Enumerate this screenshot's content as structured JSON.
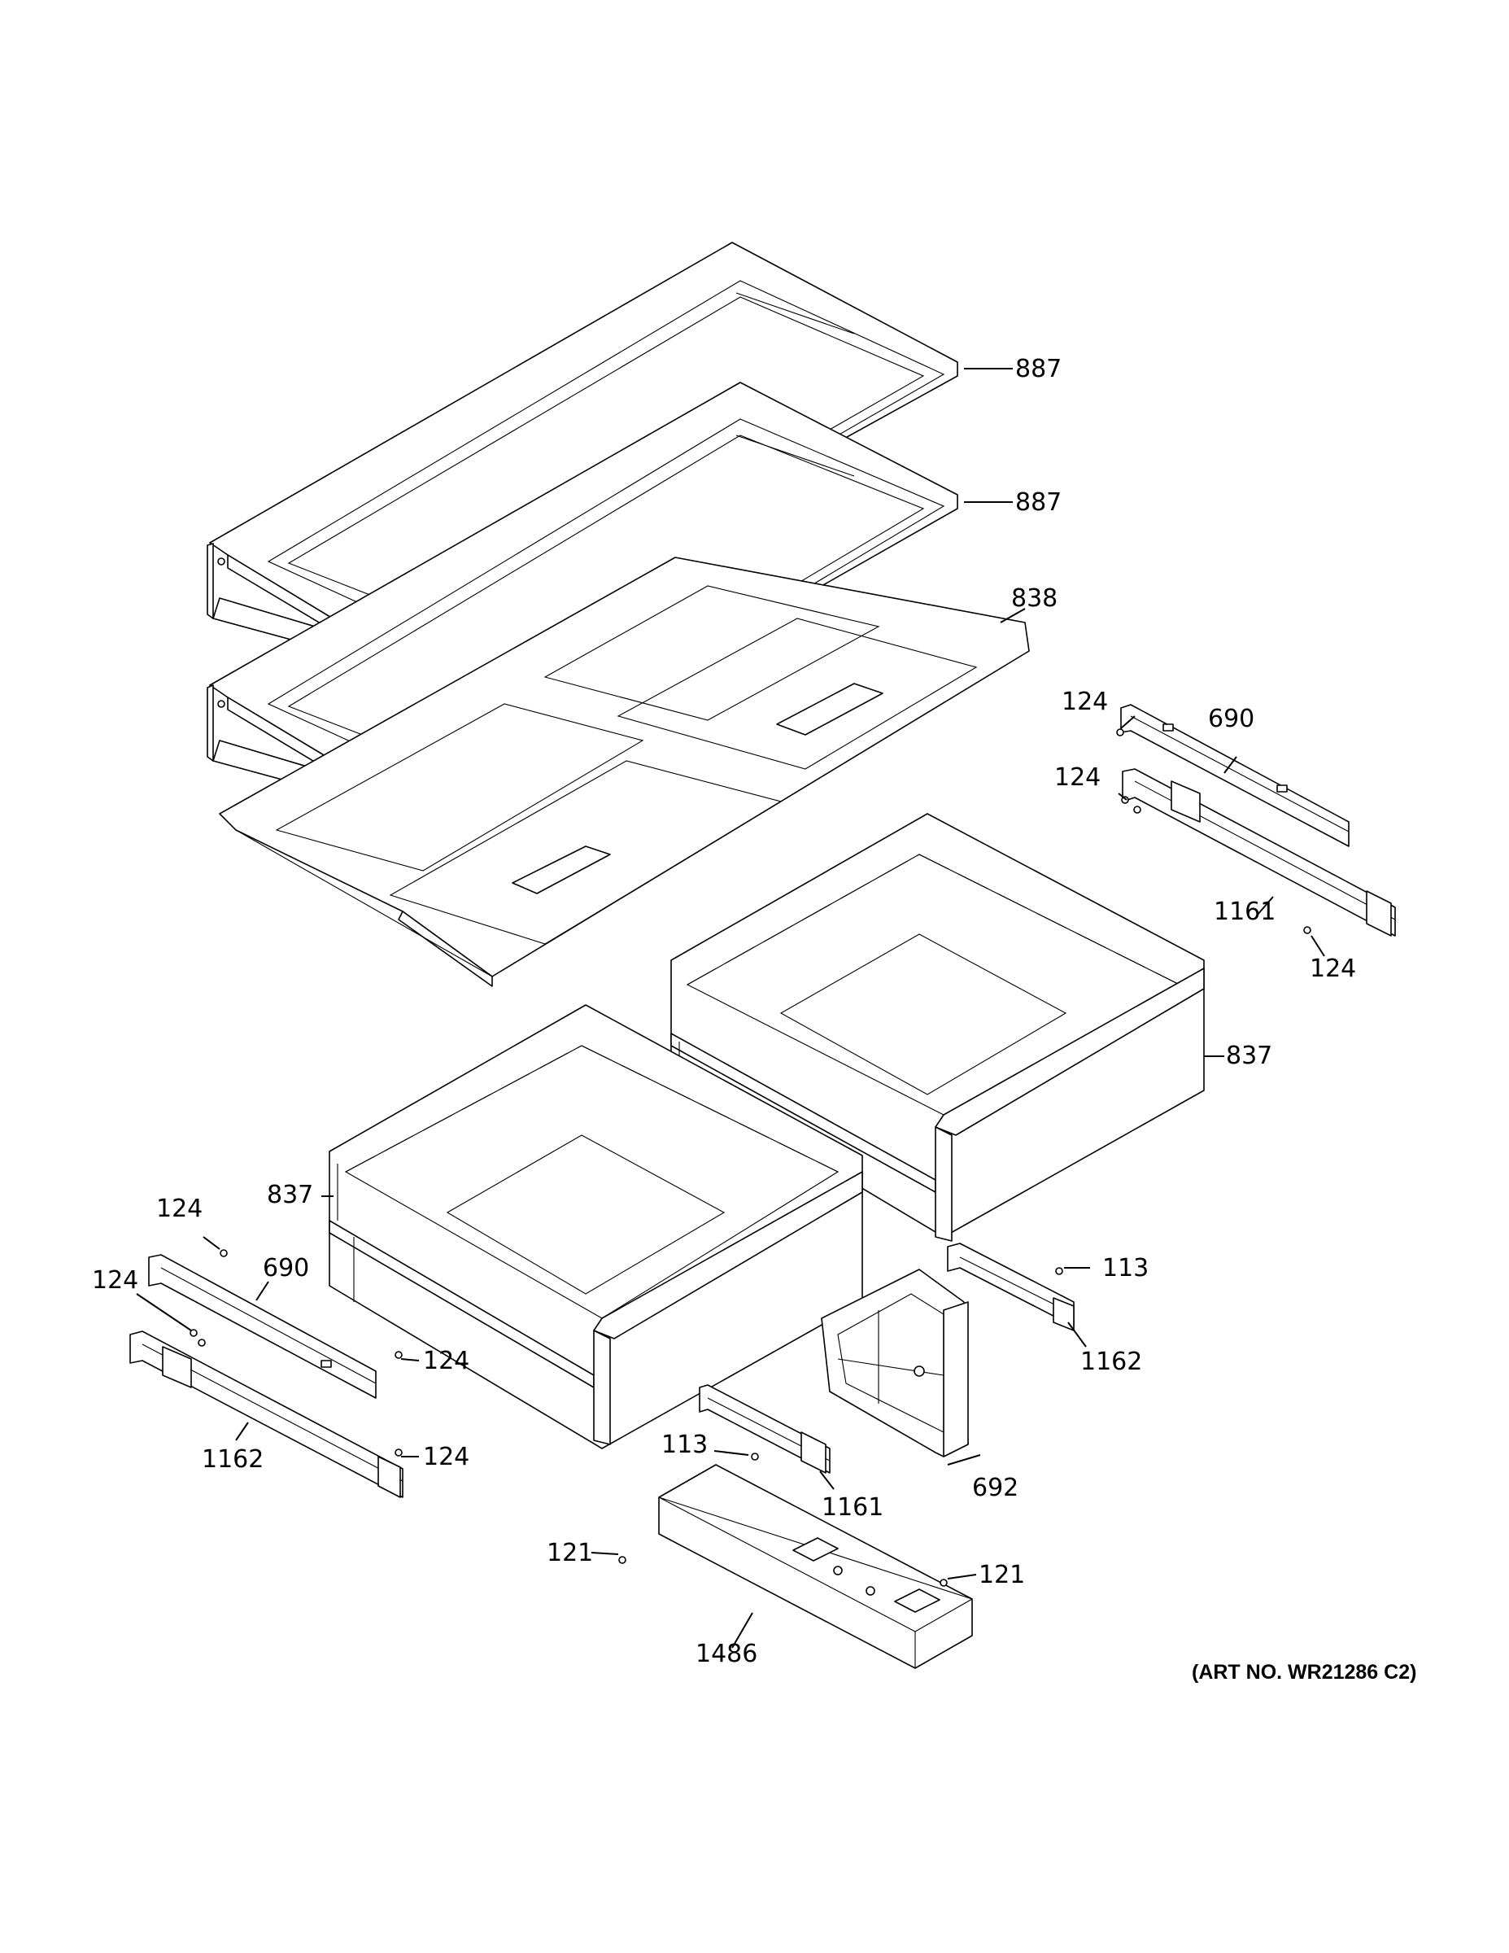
{
  "callouts": [
    {
      "id": "c887a",
      "label": "887"
    },
    {
      "id": "c887b",
      "label": "887"
    },
    {
      "id": "c838",
      "label": "838"
    },
    {
      "id": "c124a",
      "label": "124"
    },
    {
      "id": "c690r",
      "label": "690"
    },
    {
      "id": "c124b",
      "label": "124"
    },
    {
      "id": "c1161r",
      "label": "1161"
    },
    {
      "id": "c124c",
      "label": "124"
    },
    {
      "id": "c837r",
      "label": "837"
    },
    {
      "id": "c837l",
      "label": "837"
    },
    {
      "id": "c124d",
      "label": "124"
    },
    {
      "id": "c690l",
      "label": "690"
    },
    {
      "id": "c124e",
      "label": "124"
    },
    {
      "id": "c124f",
      "label": "124"
    },
    {
      "id": "c113a",
      "label": "113"
    },
    {
      "id": "c1162r",
      "label": "1162"
    },
    {
      "id": "c1162l",
      "label": "1162"
    },
    {
      "id": "c124g",
      "label": "124"
    },
    {
      "id": "c113b",
      "label": "113"
    },
    {
      "id": "c1161l",
      "label": "1161"
    },
    {
      "id": "c692",
      "label": "692"
    },
    {
      "id": "c121a",
      "label": "121"
    },
    {
      "id": "c121b",
      "label": "121"
    },
    {
      "id": "c1486",
      "label": "1486"
    }
  ],
  "art_number": "(ART NO. WR21286 C2)"
}
